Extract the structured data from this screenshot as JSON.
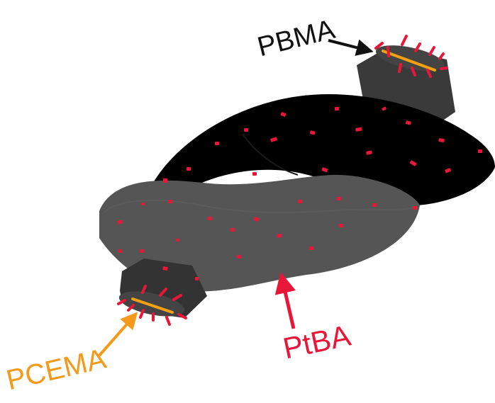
{
  "labels": {
    "pbma": "PBMA",
    "ptba": "PtBA",
    "pcema": "PCEMA"
  },
  "colors": {
    "pbma": "#111111",
    "ptba": "#e8173a",
    "pcema": "#f39a1a",
    "core": "#f3a111",
    "front_tube": "#555555",
    "back_tube": "#000000",
    "end_cap": "#444444",
    "hair": "#e8173a"
  },
  "icons": {
    "pbma_pointer": "arrow-icon",
    "ptba_pointer": "arrow-icon",
    "pcema_pointer": "arrow-icon"
  }
}
